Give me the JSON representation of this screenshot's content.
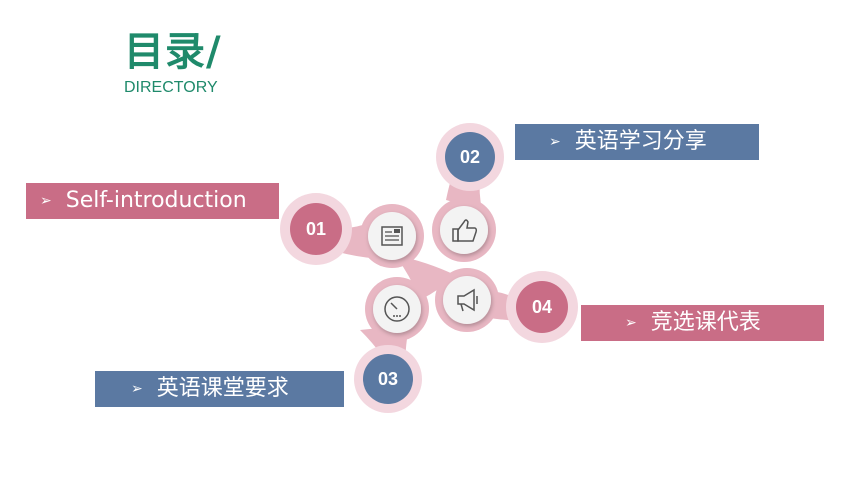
{
  "header": {
    "title": "目录/",
    "subtitle": "DIRECTORY"
  },
  "items": [
    {
      "number": "01",
      "label": "Self-introduction",
      "color": "#c96d86"
    },
    {
      "number": "02",
      "label": "英语学习分享",
      "color": "#5b79a2"
    },
    {
      "number": "03",
      "label": "英语课堂要求",
      "color": "#5b79a2"
    },
    {
      "number": "04",
      "label": "竞选课代表",
      "color": "#c96d86"
    }
  ],
  "arrow_glyph": "➢",
  "icons": [
    "newspaper-icon",
    "thumbs-up-icon",
    "gauge-icon",
    "megaphone-icon"
  ],
  "colors": {
    "title": "#1f8a6b",
    "pink": "#c96d86",
    "blue": "#5b79a2",
    "connector": "#e8b7c3"
  }
}
